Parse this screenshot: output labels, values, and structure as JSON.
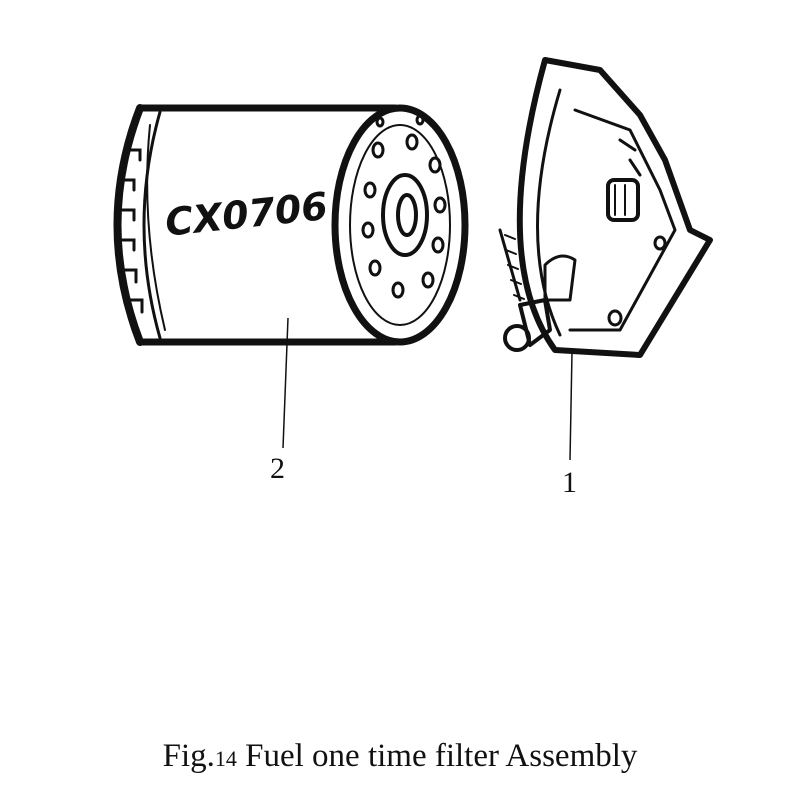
{
  "figure": {
    "caption_prefix": "Fig.",
    "caption_number": "14",
    "caption_text": " Fuel one time filter Assembly",
    "part_labels": [
      "2",
      "1"
    ],
    "filter_marking": "CX0706"
  }
}
